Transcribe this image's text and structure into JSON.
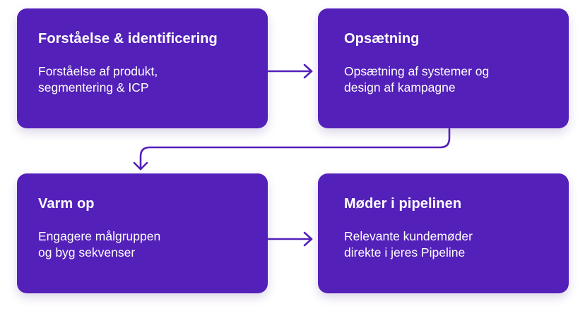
{
  "colors": {
    "card_background": "#5320b9",
    "card_text": "#ffffff",
    "connector": "#5320b9"
  },
  "steps": [
    {
      "title": "Forståelse & identificering",
      "description": "Forståelse af produkt,\nsegmentering & ICP"
    },
    {
      "title": "Opsætning",
      "description": "Opsætning af systemer og\ndesign af kampagne"
    },
    {
      "title": "Varm op",
      "description": "Engagere målgruppen\nog byg sekvenser"
    },
    {
      "title": "Møder i pipelinen",
      "description": "Relevante kundemøder\ndirekte i jeres Pipeline"
    }
  ],
  "connectors": [
    {
      "from": "step-1",
      "to": "step-2",
      "icon": "arrow-right-icon"
    },
    {
      "from": "step-2",
      "to": "step-3",
      "icon": "elbow-arrow-down-icon"
    },
    {
      "from": "step-3",
      "to": "step-4",
      "icon": "arrow-right-icon"
    }
  ]
}
